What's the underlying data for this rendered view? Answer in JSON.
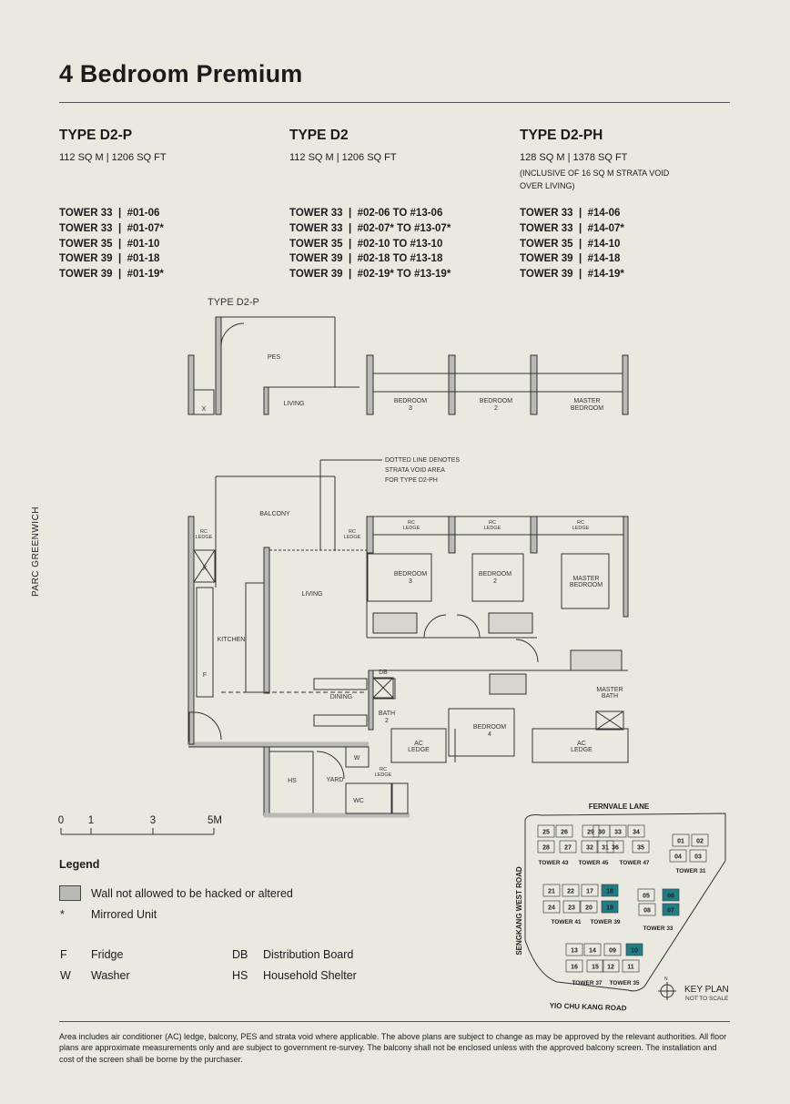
{
  "page_title": "4 Bedroom Premium",
  "side_label": "PARC GREENWICH",
  "types": [
    {
      "name": "TYPE D2-P",
      "area": "112 SQ M | 1206 SQ FT",
      "note": "",
      "units": [
        "TOWER 33  |  #01-06",
        "TOWER 33  |  #01-07*",
        "TOWER 35  |  #01-10",
        "TOWER 39  |  #01-18",
        "TOWER 39  |  #01-19*"
      ]
    },
    {
      "name": "TYPE D2",
      "area": "112 SQ M | 1206 SQ FT",
      "note": "",
      "units": [
        "TOWER 33  |  #02-06 TO #13-06",
        "TOWER 33  |  #02-07* TO #13-07*",
        "TOWER 35  |  #02-10 TO #13-10",
        "TOWER 39  |  #02-18 TO #13-18",
        "TOWER 39  |  #02-19* TO #13-19*"
      ]
    },
    {
      "name": "TYPE D2-PH",
      "area": "128 SQ M | 1378 SQ FT",
      "note_line1": "(INCLUSIVE OF 16 SQ M STRATA VOID",
      "note_line2": "OVER LIVING)",
      "units": [
        "TOWER 33  |  #14-06",
        "TOWER 33  |  #14-07*",
        "TOWER 35  |  #14-10",
        "TOWER 39  |  #14-18",
        "TOWER 39  |  #14-19*"
      ]
    }
  ],
  "partial_plan": {
    "title": "TYPE D2-P",
    "pes": "PES",
    "living": "LIVING",
    "bedroom3": [
      "BEDROOM",
      "3"
    ],
    "bedroom2": [
      "BEDROOM",
      "2"
    ],
    "master": [
      "MASTER",
      "BEDROOM"
    ],
    "x": "X"
  },
  "main_plan": {
    "annotation": [
      "DOTTED LINE DENOTES",
      "STRATA VOID AREA",
      "FOR TYPE D2-PH"
    ],
    "balcony": "BALCONY",
    "rc_ledge": [
      "RC",
      "LEDGE"
    ],
    "living": "LIVING",
    "kitchen": "KITCHEN",
    "dining": "DINING",
    "bedroom3": [
      "BEDROOM",
      "3"
    ],
    "bedroom2": [
      "BEDROOM",
      "2"
    ],
    "master_bedroom": [
      "MASTER",
      "BEDROOM"
    ],
    "bedroom4": [
      "BEDROOM",
      "4"
    ],
    "bath2": [
      "BATH",
      "2"
    ],
    "master_bath": [
      "MASTER",
      "BATH"
    ],
    "ac_ledge": [
      "AC",
      "LEDGE"
    ],
    "db": "DB",
    "hs": "HS",
    "yard": "YARD",
    "wc": "WC",
    "w": "W",
    "f": "F",
    "x": "X"
  },
  "scale_bar": {
    "ticks": [
      "0",
      "1",
      "3",
      "5M"
    ]
  },
  "legend": {
    "title": "Legend",
    "items": [
      {
        "symbol": "",
        "label": "Wall not allowed to be hacked or altered"
      },
      {
        "symbol": "*",
        "label": "Mirrored Unit"
      },
      {
        "symbol": "F",
        "label": "Fridge"
      },
      {
        "symbol": "W",
        "label": "Washer"
      },
      {
        "symbol": "DB",
        "label": "Distribution Board"
      },
      {
        "symbol": "HS",
        "label": "Household Shelter"
      }
    ]
  },
  "key_plan": {
    "title": "KEY PLAN",
    "subtitle": "NOT TO SCALE",
    "north": "N",
    "roads": {
      "north": "FERNVALE LANE",
      "west": "SENGKANG WEST ROAD",
      "south": "YIO CHU KANG ROAD"
    },
    "highlight_color": "#1f7d86",
    "units": [
      {
        "n": "25"
      },
      {
        "n": "26"
      },
      {
        "n": "29"
      },
      {
        "n": "30"
      },
      {
        "n": "33"
      },
      {
        "n": "34"
      },
      {
        "n": "28"
      },
      {
        "n": "27"
      },
      {
        "n": "32"
      },
      {
        "n": "31"
      },
      {
        "n": "36"
      },
      {
        "n": "35"
      },
      {
        "n": "01"
      },
      {
        "n": "02"
      },
      {
        "n": "04"
      },
      {
        "n": "03"
      },
      {
        "n": "21"
      },
      {
        "n": "22"
      },
      {
        "n": "17"
      },
      {
        "n": "18",
        "hl": true
      },
      {
        "n": "24"
      },
      {
        "n": "23"
      },
      {
        "n": "20"
      },
      {
        "n": "19",
        "hl": true
      },
      {
        "n": "05"
      },
      {
        "n": "06",
        "hl": true
      },
      {
        "n": "08"
      },
      {
        "n": "07",
        "hl": true
      },
      {
        "n": "13"
      },
      {
        "n": "14"
      },
      {
        "n": "09"
      },
      {
        "n": "10",
        "hl": true
      },
      {
        "n": "16"
      },
      {
        "n": "15"
      },
      {
        "n": "12"
      },
      {
        "n": "11"
      }
    ],
    "towers": [
      "TOWER 43",
      "TOWER 45",
      "TOWER 47",
      "TOWER 31",
      "TOWER 41",
      "TOWER 39",
      "TOWER 33",
      "TOWER 37",
      "TOWER 35"
    ]
  },
  "footer": "Area includes air conditioner (AC) ledge, balcony, PES and strata void where applicable. The above plans are subject to change as may be approved by the relevant authorities. All floor plans are approximate measurements only and are subject to government re-survey. The balcony shall not be enclosed unless with the approved balcony screen. The installation and cost of the screen shall be borne by the purchaser."
}
